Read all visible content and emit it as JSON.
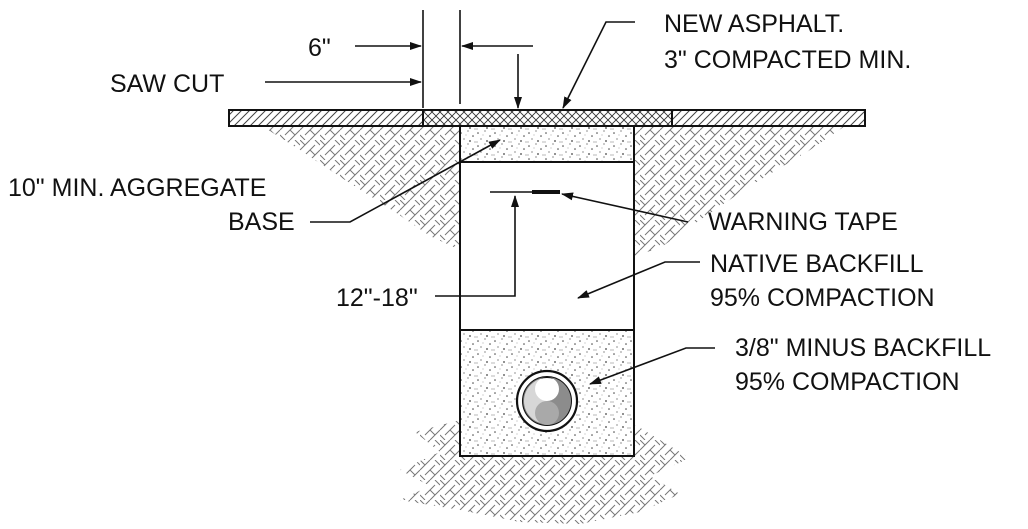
{
  "labels": {
    "six_inch": "6\"",
    "saw_cut": "SAW CUT",
    "asphalt_line1": "NEW ASPHALT.",
    "asphalt_line2": "3\" COMPACTED MIN.",
    "aggregate_line1": "10\" MIN. AGGREGATE",
    "aggregate_line2": "BASE",
    "warning_tape": "WARNING TAPE",
    "native_line1": "NATIVE BACKFILL",
    "native_line2": "95% COMPACTION",
    "depth": "12\"-18\"",
    "minus_line1": "3/8\" MINUS BACKFILL",
    "minus_line2": "95% COMPACTION"
  },
  "colors": {
    "line": "#111111",
    "stipple": "#333333",
    "pipe_fill": "#888888"
  }
}
